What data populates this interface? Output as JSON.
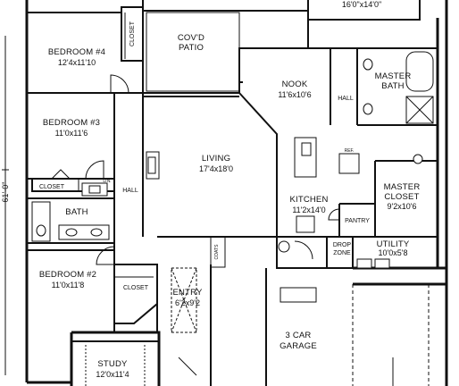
{
  "overall_dimension": "61'-0\"",
  "top_right_dim": "16'0\"x14'0\"",
  "rooms": {
    "bedroom4": {
      "name": "BEDROOM #4",
      "dim": "12'4x11'10"
    },
    "bedroom3": {
      "name": "BEDROOM #3",
      "dim": "11'0x11'6"
    },
    "bedroom2": {
      "name": "BEDROOM #2",
      "dim": "11'0x11'8"
    },
    "covd_patio": {
      "line1": "COV'D",
      "line2": "PATIO"
    },
    "nook": {
      "name": "NOOK",
      "dim": "11'6x10'6"
    },
    "living": {
      "name": "LIVING",
      "dim": "17'4x18'0"
    },
    "kitchen": {
      "name": "KITCHEN",
      "dim": "11'2x14'0"
    },
    "master_bath": {
      "line1": "MASTER",
      "line2": "BATH"
    },
    "master_closet": {
      "line1": "MASTER",
      "line2": "CLOSET",
      "dim": "9'2x10'6"
    },
    "utility": {
      "name": "UTILITY",
      "dim": "10'0x5'8"
    },
    "entry": {
      "name": "ENTRY",
      "dim": "6'2x9'2"
    },
    "garage": {
      "line1": "3 CAR",
      "line2": "GARAGE"
    },
    "study": {
      "name": "STUDY",
      "dim": "12'0x11'4"
    }
  },
  "labels": {
    "closet_b4": "CLOSET",
    "closet_b3": "CLOSET",
    "closet_b2": "CLOSET",
    "hall_left": "HALL",
    "hall_master": "HALL",
    "bath": "BATH",
    "pantry": "PANTRY",
    "drop_zone_1": "DROP",
    "drop_zone_2": "ZONE",
    "coats": "COATS",
    "linen": "LIN.",
    "ref": "REF."
  }
}
